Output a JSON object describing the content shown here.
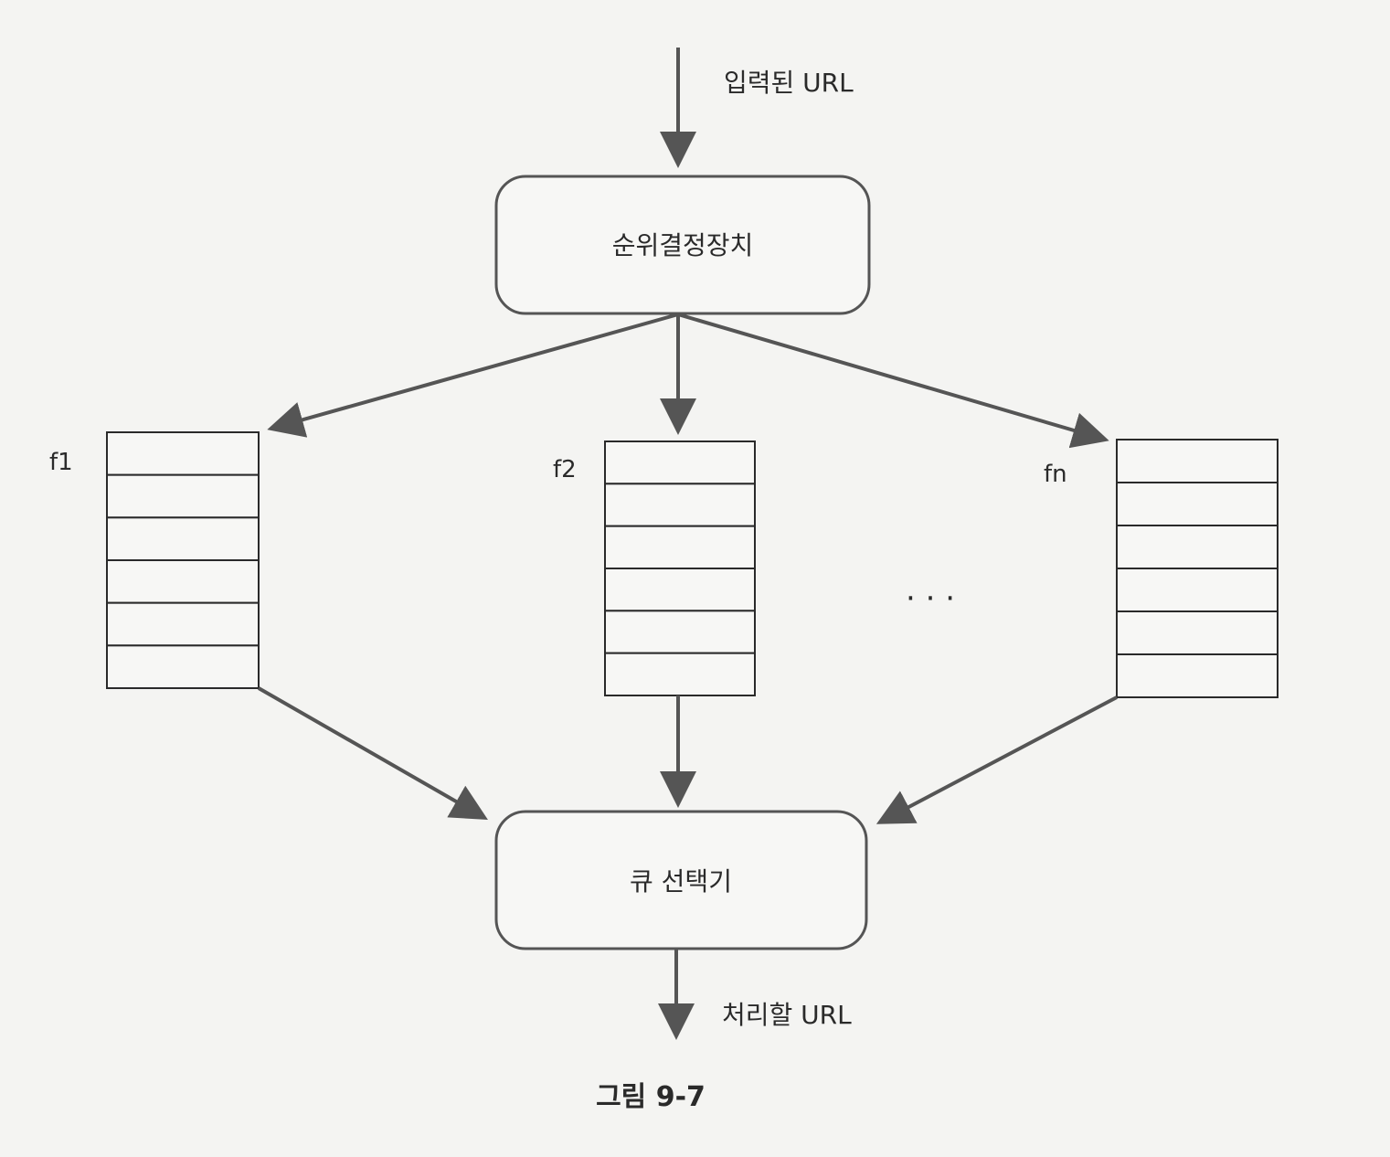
{
  "labels": {
    "input_url": "입력된 URL",
    "output_url": "처리할 URL",
    "caption": "그림 9-7",
    "ellipsis": "· · ·"
  },
  "nodes": {
    "prioritizer": "순위결정장치",
    "queue_selector": "큐 선택기"
  },
  "queues": [
    {
      "label": "f1",
      "slots": 6
    },
    {
      "label": "f2",
      "slots": 6
    },
    {
      "label": "fn",
      "slots": 6
    }
  ]
}
